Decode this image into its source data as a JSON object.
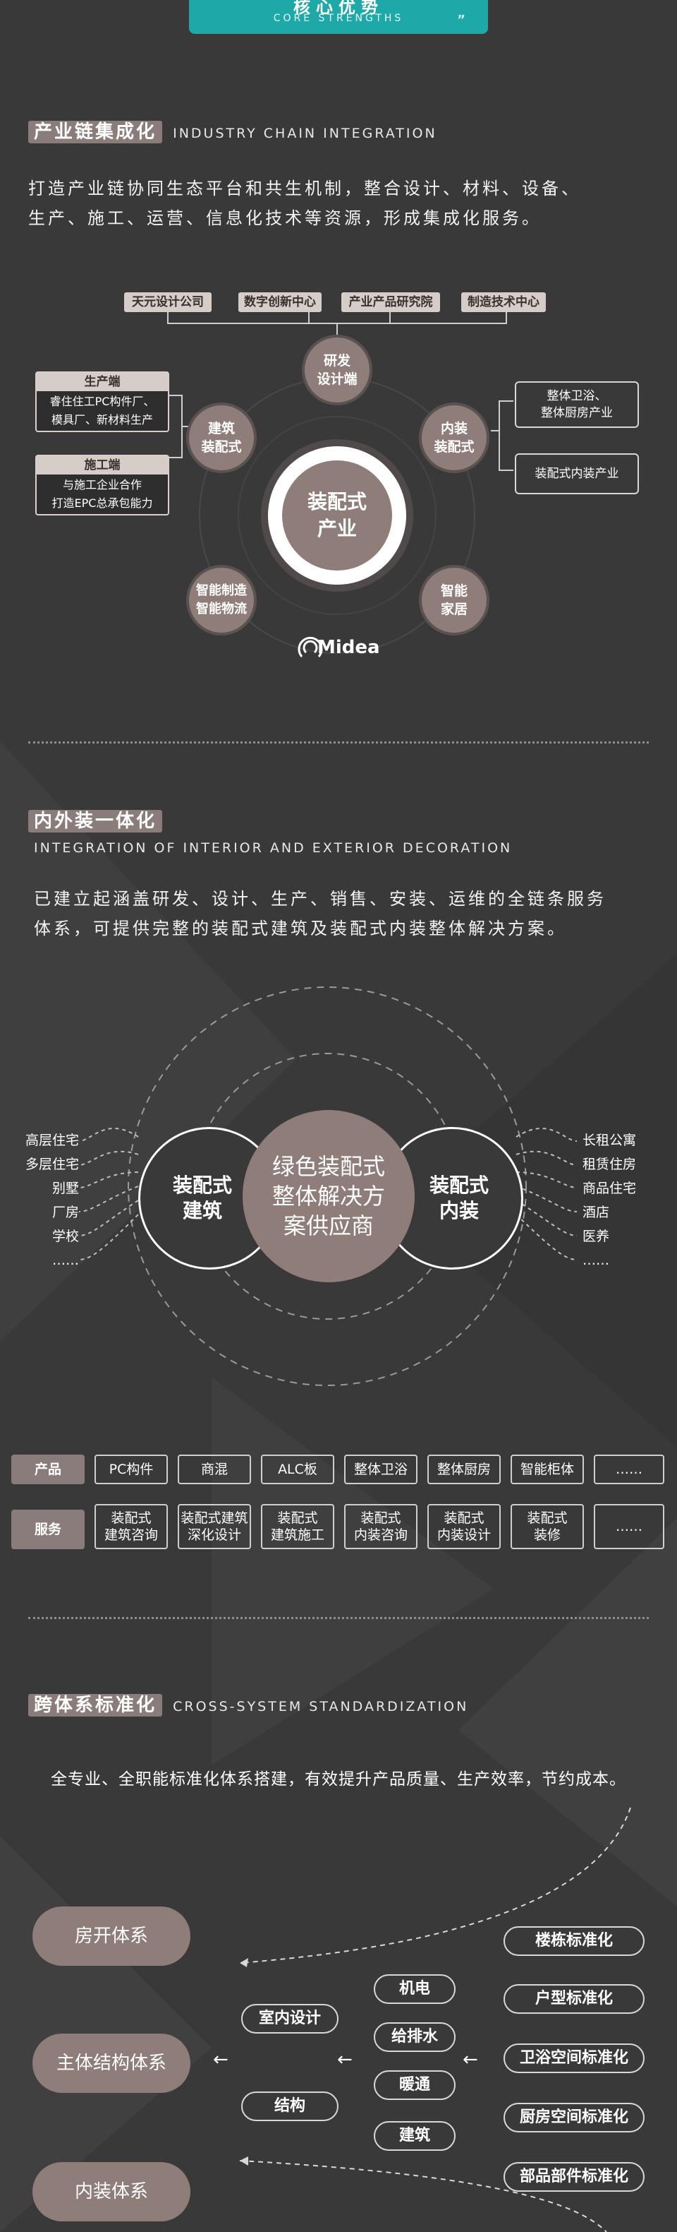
{
  "header": {
    "title": "核心优势",
    "subtitle": "CORE STRENGTHS",
    "quote_mark": "”"
  },
  "section1": {
    "label": "产业链集成化",
    "en": "INDUSTRY CHAIN INTEGRATION",
    "para_line1": "打造产业链协同生态平台和共生机制，整合设计、材料、设备、",
    "para_line2": "生产、施工、运营、信息化技术等资源，形成集成化服务。",
    "top_tags": [
      "天元设计公司",
      "数字创新中心",
      "产业产品研究院",
      "制造技术中心"
    ],
    "center": [
      "装配式",
      "产业"
    ],
    "nodes": {
      "rd": [
        "研发",
        "设计端"
      ],
      "building": [
        "建筑",
        "装配式"
      ],
      "interior": [
        "内装",
        "装配式"
      ],
      "mfg": [
        "智能制造",
        "智能物流"
      ],
      "home": [
        "智能",
        "家居"
      ]
    },
    "left_boxes": [
      {
        "head": "生产端",
        "lines": [
          "睿住住工PC构件厂、",
          "模具厂、新材料生产"
        ]
      },
      {
        "head": "施工端",
        "lines": [
          "与施工企业合作",
          "打造EPC总承包能力"
        ]
      }
    ],
    "right_boxes": [
      [
        "整体卫浴、",
        "整体厨房产业"
      ],
      [
        "装配式内装产业"
      ]
    ],
    "logo": "Midea"
  },
  "section2": {
    "label": "内外装一体化",
    "en": "INTEGRATION OF INTERIOR AND EXTERIOR DECORATION",
    "para_line1": "已建立起涵盖研发、设计、生产、销售、安装、运维的全链条服务",
    "para_line2": "体系，可提供完整的装配式建筑及装配式内装整体解决方案。",
    "center": [
      "绿色装配式",
      "整体解决方",
      "案供应商"
    ],
    "left_circle": [
      "装配式",
      "建筑"
    ],
    "right_circle": [
      "装配式",
      "内装"
    ],
    "left_items": [
      "高层住宅",
      "多层住宅",
      "别墅",
      "厂房",
      "学校",
      "……"
    ],
    "right_items": [
      "长租公寓",
      "租赁住房",
      "商品住宅",
      "酒店",
      "医养",
      "……"
    ],
    "product_label": "产品",
    "products": [
      "PC构件",
      "商混",
      "ALC板",
      "整体卫浴",
      "整体厨房",
      "智能柜体",
      "……"
    ],
    "service_label": "服务",
    "services": [
      [
        "装配式",
        "建筑咨询"
      ],
      [
        "装配式建筑",
        "深化设计"
      ],
      [
        "装配式",
        "建筑施工"
      ],
      [
        "装配式",
        "内装咨询"
      ],
      [
        "装配式",
        "内装设计"
      ],
      [
        "装配式",
        "装修"
      ],
      [
        "……",
        ""
      ]
    ]
  },
  "section3": {
    "label": "跨体系标准化",
    "en": "CROSS-SYSTEM STANDARDIZATION",
    "para": "全专业、全职能标准化体系搭建，有效提升产品质量、生产效率，节约成本。",
    "left_pills": [
      "房开体系",
      "主体结构体系",
      "内装体系"
    ],
    "mid_left": [
      "室内设计",
      "结构"
    ],
    "mid_right": [
      "机电",
      "给排水",
      "暖通",
      "建筑"
    ],
    "right_pills": [
      "楼栋标准化",
      "户型标准化",
      "卫浴空间标准化",
      "厨房空间标准化",
      "部品部件标准化"
    ],
    "arrow": "←"
  },
  "colors": {
    "bg": "#3a3939",
    "accent": "#1ea8a8",
    "taupe": "#8e7d78"
  }
}
